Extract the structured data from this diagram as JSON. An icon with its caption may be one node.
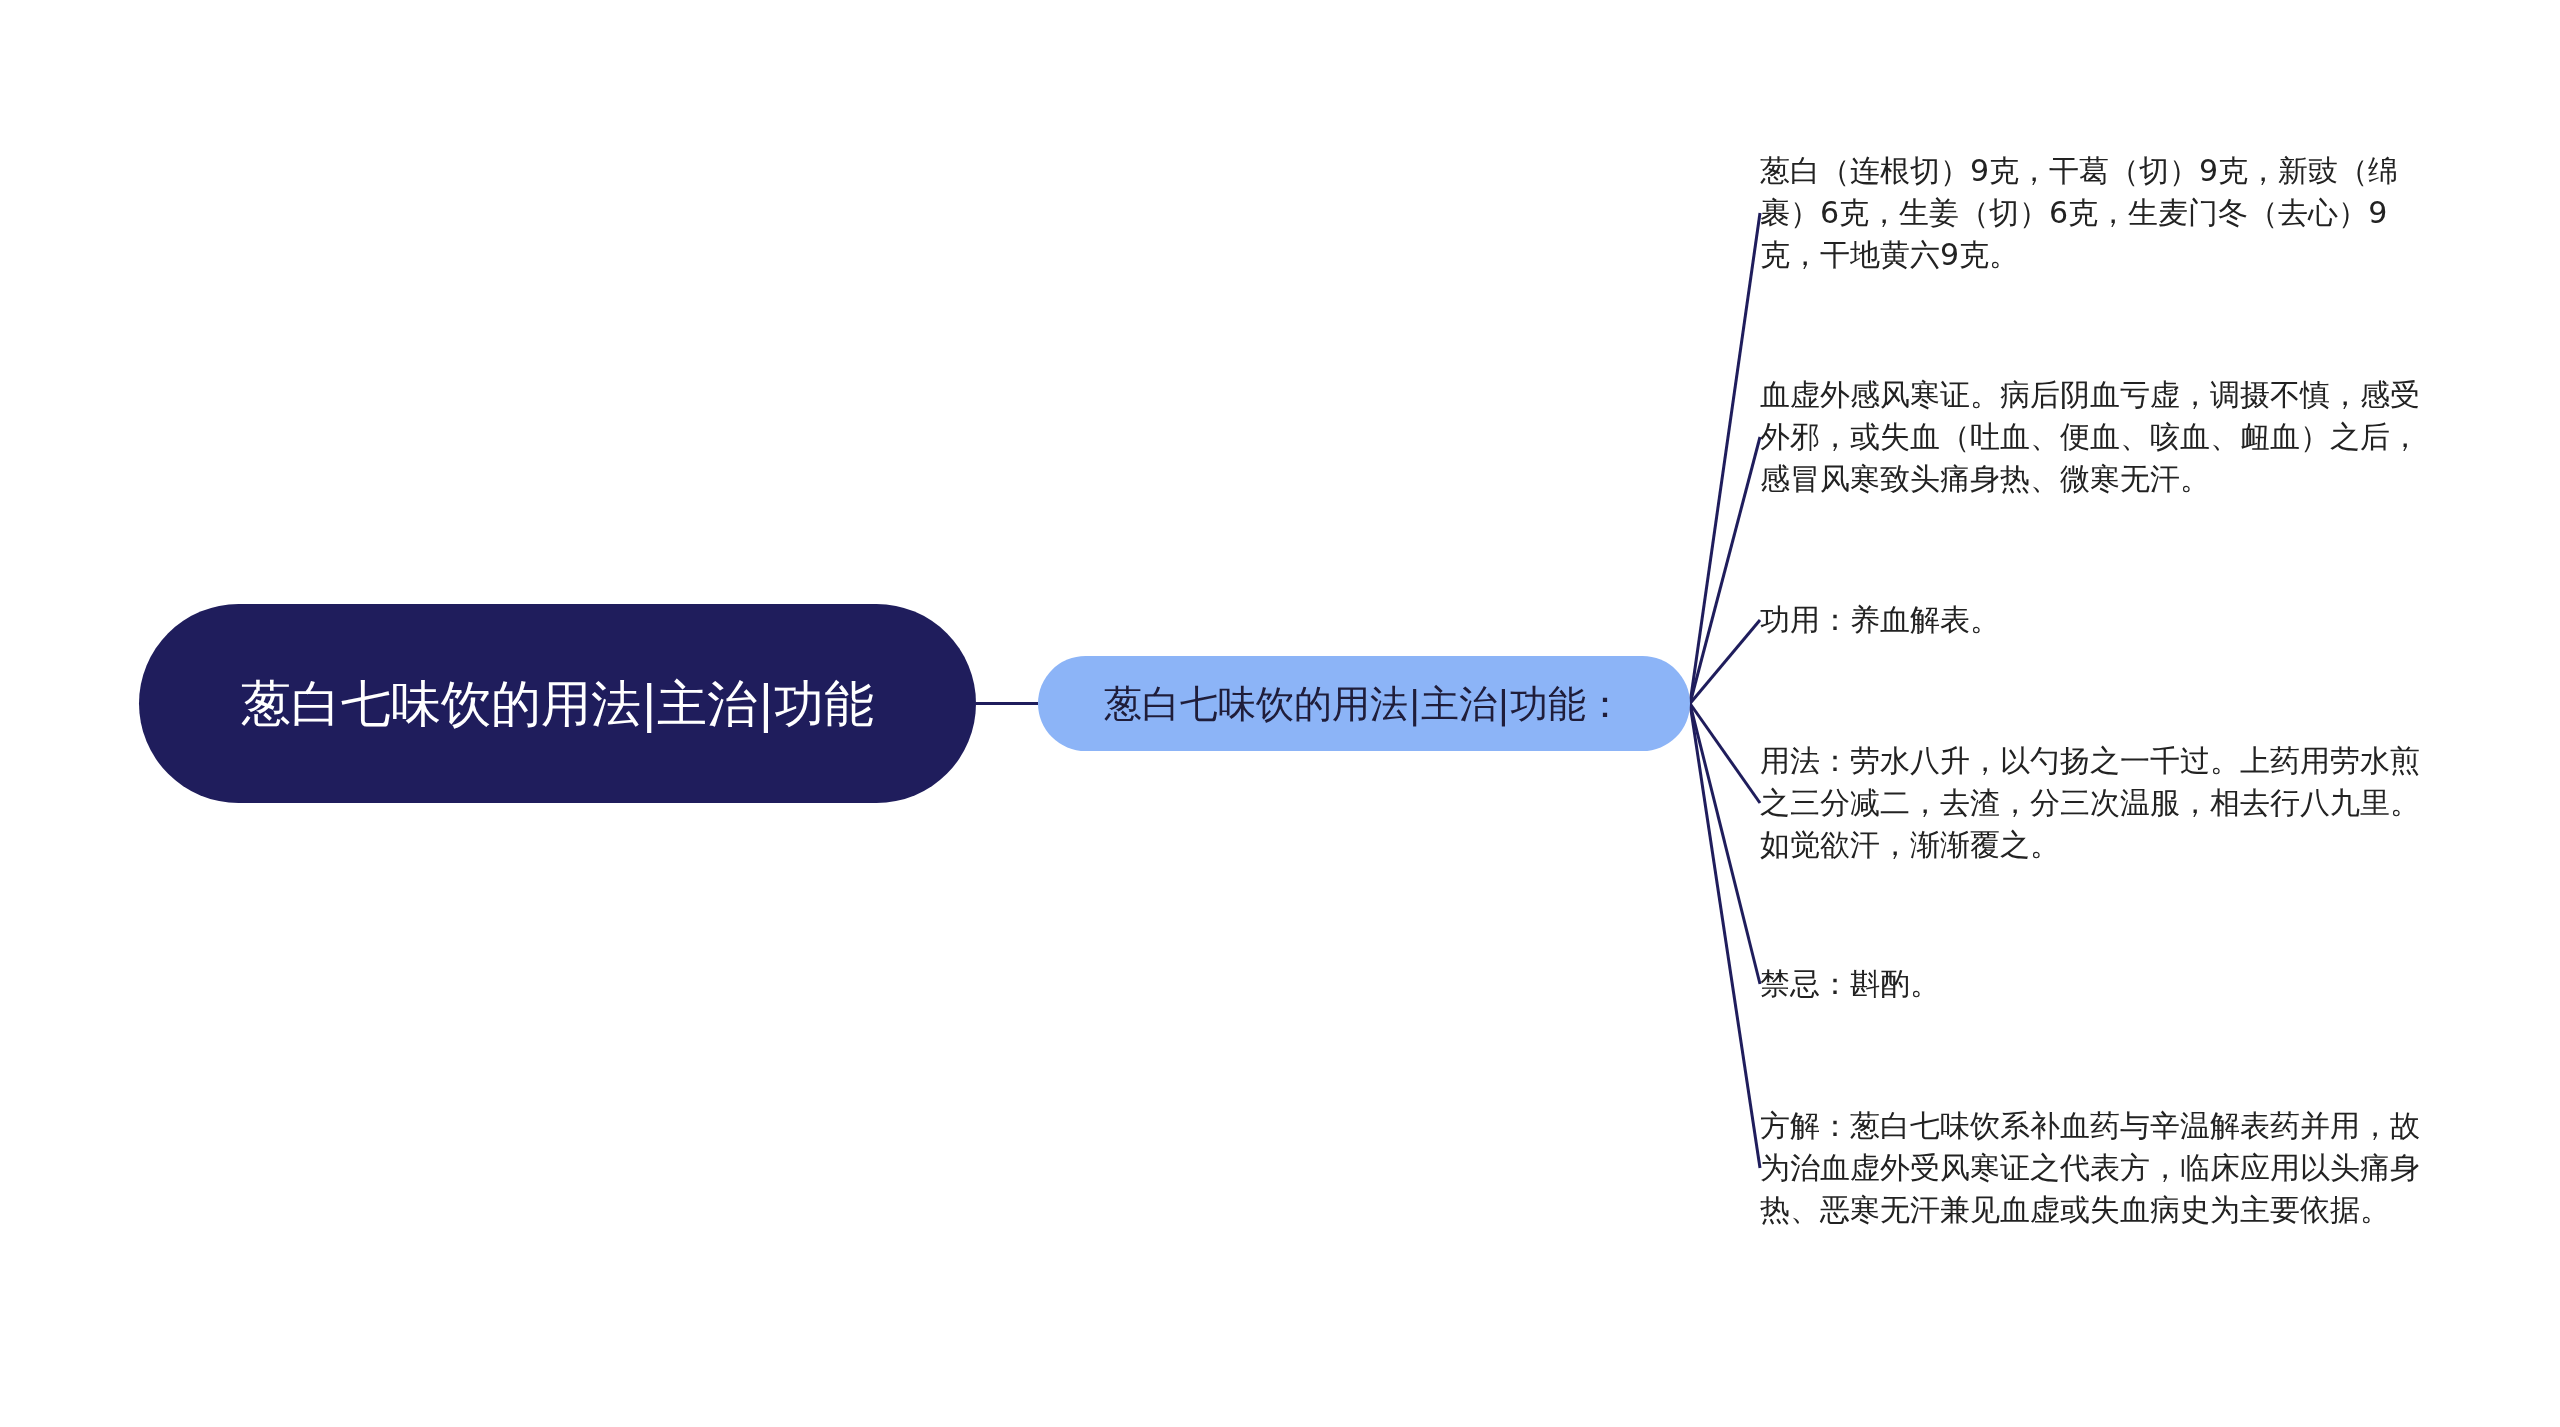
{
  "diagram": {
    "nodes": [
      {
        "text": [
          "葱白七味饮的用法|主治|功能"
        ]
      },
      {
        "text": [
          "葱白七味饮的用法|主治|功能："
        ]
      },
      {
        "text": [
          "葱白（连根切）9克，干葛（切）9克，新豉（绵裹）6克，生姜（切）6克，生麦门冬（去心）9克，干地黄六9克。"
        ]
      },
      {
        "text": [
          "血虚外感风寒证。病后阴血亏虚，调摄不慎，感受外邪，或失血（吐血、便血、咳血、衄血）之后，感冒风寒致头痛身热、微寒无汗。"
        ]
      },
      {
        "text": [
          "功用：养血解表。"
        ]
      },
      {
        "text": [
          "用法：劳水八升，以勺扬之一千过。上药用劳水煎之三分减二，去渣，分三次温服，相去行八九里。如觉欲汗，渐渐覆之。"
        ]
      },
      {
        "text": [
          "禁忌：斟酌。"
        ]
      },
      {
        "text": [
          "方解：葱白七味饮系补血药与辛温解表药并用，故为治血虚外受风寒证之代表方，临床应用以头痛身热、恶寒无汗兼见血虚或失血病史为主要依据。"
        ]
      }
    ],
    "edges": [
      {
        "from": 0,
        "to": 1,
        "arrow": "none"
      },
      {
        "from": 1,
        "to": 2,
        "arrow": "none"
      },
      {
        "from": 1,
        "to": 3,
        "arrow": "none"
      },
      {
        "from": 1,
        "to": 4,
        "arrow": "none"
      },
      {
        "from": 1,
        "to": 5,
        "arrow": "none"
      },
      {
        "from": 1,
        "to": 6,
        "arrow": "none"
      },
      {
        "from": 1,
        "to": 7,
        "arrow": "none"
      }
    ]
  }
}
